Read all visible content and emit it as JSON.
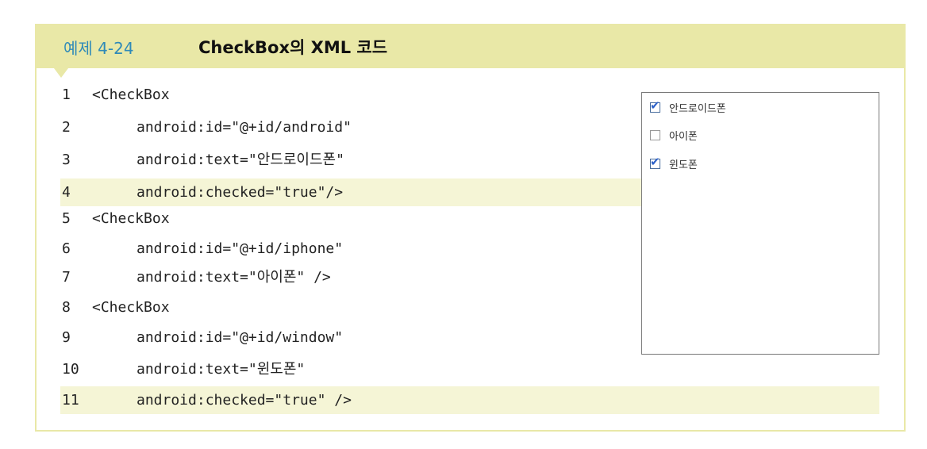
{
  "header": {
    "label": "예제 4-24",
    "title": "CheckBox의 XML 코드"
  },
  "code_lines": [
    {
      "num": "1",
      "text": "<CheckBox"
    },
    {
      "num": "2",
      "text": "android:id=\"@+id/android\""
    },
    {
      "num": "3",
      "text": "android:text=\"안드로이드폰\""
    },
    {
      "num": "4",
      "text": "android:checked=\"true\"/>"
    },
    {
      "num": "5",
      "text": "<CheckBox"
    },
    {
      "num": "6",
      "text": "android:id=\"@+id/iphone\""
    },
    {
      "num": "7",
      "text": "android:text=\"아이폰\" />"
    },
    {
      "num": "8",
      "text": "<CheckBox"
    },
    {
      "num": "9",
      "text": "android:id=\"@+id/window\""
    },
    {
      "num": "10",
      "text": "android:text=\"윈도폰\""
    },
    {
      "num": "11",
      "text": "android:checked=\"true\" />"
    }
  ],
  "preview": {
    "checkboxes": [
      {
        "label": "안드로이드폰",
        "checked": true
      },
      {
        "label": "아이폰",
        "checked": false
      },
      {
        "label": "윈도폰",
        "checked": true
      }
    ]
  },
  "colors": {
    "title_bar": "#e9e8a7",
    "title_label": "#2f8ab8",
    "highlight": "#f5f5d6",
    "check": "#2e62c9"
  }
}
